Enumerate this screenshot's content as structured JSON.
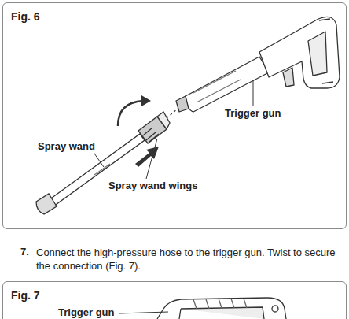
{
  "diagram": {
    "nodes": [
      {
        "text": [
          "Fig. 6"
        ]
      },
      {
        "text": [
          "Fig. 7"
        ]
      }
    ],
    "labels": [
      "Trigger gun",
      "Spray wand",
      "Spray wand wings",
      "7.",
      "Connect the high-pressure hose to the trigger gun. Twist to secure the connection (Fig. 7).",
      "Trigger gun"
    ]
  }
}
